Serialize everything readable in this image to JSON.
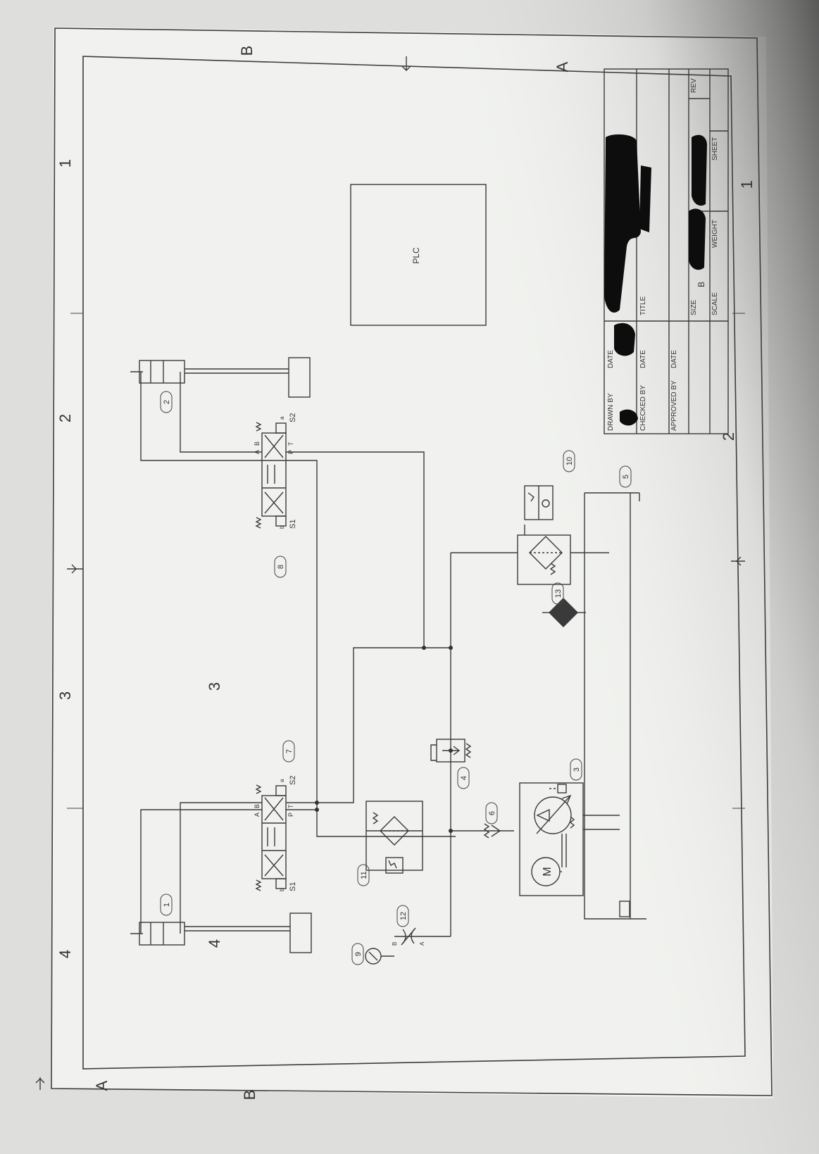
{
  "zone_labels": {
    "columns_top": [
      "4",
      "3",
      "2",
      "1"
    ],
    "columns_bottom": [
      "4",
      "3",
      "2",
      "1"
    ],
    "rows_left": [
      "B",
      "A"
    ],
    "rows_right": [
      "B",
      "A"
    ]
  },
  "plc_label": "PLC",
  "components": {
    "cyl_left_id": "1",
    "cyl_right_id": "2",
    "tank_id": "3",
    "relief_id": "4",
    "reservoir_id": "5",
    "check_id": "6",
    "valve_left_id": "7",
    "valve_right_id": "8",
    "gauge_id": "9",
    "filter_right_id": "10",
    "filter_left_id": "11",
    "throttle_id": "12",
    "accumulator_id": "13"
  },
  "valve_labels": {
    "sol_left": "S1",
    "sol_right": "S2",
    "port_a": "A",
    "port_b": "B",
    "port_p": "P",
    "port_t": "T",
    "side_a": "a",
    "side_b": "b"
  },
  "throttle_ports": {
    "b": "B",
    "a": "A"
  },
  "motor_label": "M",
  "title_block": {
    "drawn_by": "DRAWN BY",
    "date1": "DATE",
    "checked_by": "CHECKED BY",
    "date2": "DATE",
    "approved_by": "APPROVED BY",
    "date3": "DATE",
    "title": "TITLE",
    "size": "SIZE",
    "size_value": "B",
    "scale": "SCALE",
    "weight": "WEIGHT",
    "sheet": "SHEET",
    "rev": "REV"
  },
  "colors": {
    "paper": "#f1f2ef",
    "ink": "#3a3a3a",
    "redaction": "#0d0d0d",
    "background": "#dedfdc"
  }
}
